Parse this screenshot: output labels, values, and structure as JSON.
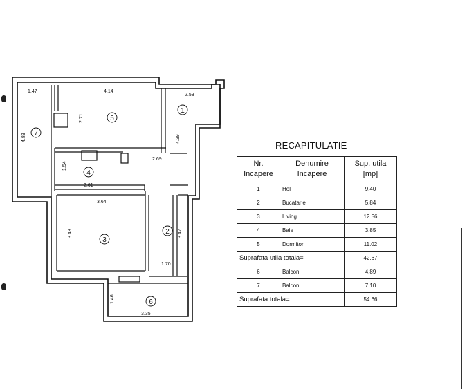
{
  "plan": {
    "rooms": [
      {
        "id": "room-1",
        "num": "1"
      },
      {
        "id": "room-2",
        "num": "2"
      },
      {
        "id": "room-3",
        "num": "3"
      },
      {
        "id": "room-4",
        "num": "4"
      },
      {
        "id": "room-5",
        "num": "5"
      },
      {
        "id": "room-6",
        "num": "6"
      },
      {
        "id": "room-7",
        "num": "7"
      }
    ],
    "dimensions": [
      "1.47",
      "4.14",
      "2.53",
      "2.71",
      "4.83",
      "4.39",
      "2.69",
      "1.54",
      "2.61",
      "3.64",
      "3.48",
      "3.47",
      "1.70",
      "1.46",
      "3.35"
    ]
  },
  "recap": {
    "title": "RECAPITULATIE",
    "headers": {
      "nr": "Nr.\nIncapere",
      "name": "Denumire\nIncapere",
      "area": "Sup. utila\n[mp]"
    },
    "rows": [
      {
        "nr": "1",
        "name": "Hol",
        "area": "9.40"
      },
      {
        "nr": "2",
        "name": "Bucatarie",
        "area": "5.84"
      },
      {
        "nr": "3",
        "name": "Living",
        "area": "12.56"
      },
      {
        "nr": "4",
        "name": "Baie",
        "area": "3.85"
      },
      {
        "nr": "5",
        "name": "Dormitor",
        "area": "11.02"
      }
    ],
    "subtotal_label": "Suprafata utila totala=",
    "subtotal_value": "42.67",
    "balcony_rows": [
      {
        "nr": "6",
        "name": "Balcon",
        "area": "4.89"
      },
      {
        "nr": "7",
        "name": "Balcon",
        "area": "7.10"
      }
    ],
    "total_label": "Suprafata totala=",
    "total_value": "54.66"
  }
}
